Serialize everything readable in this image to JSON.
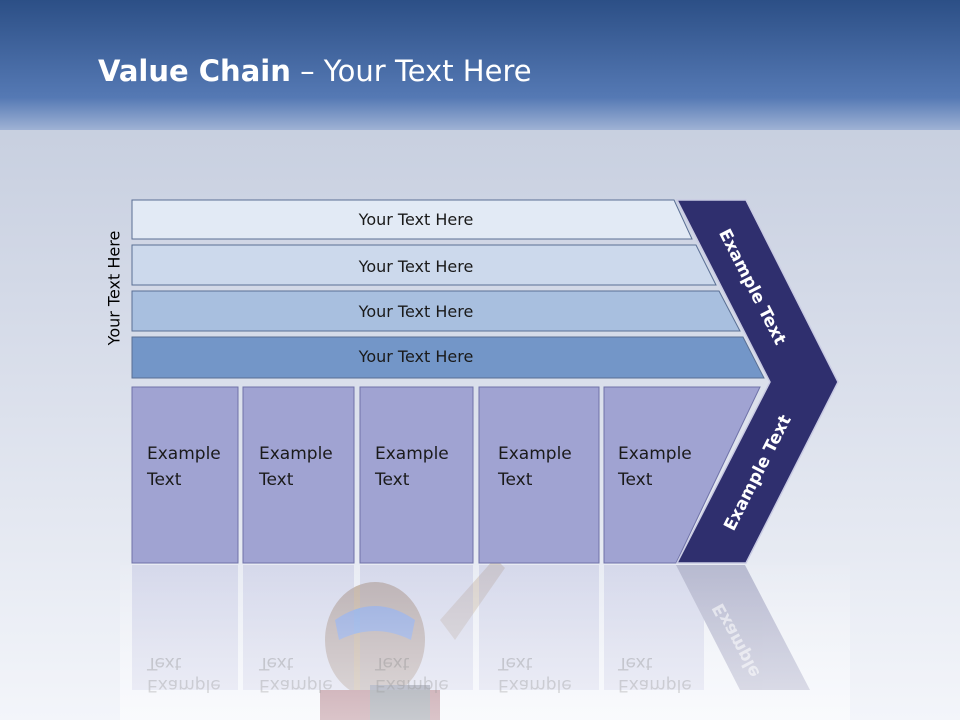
{
  "title": {
    "bold": "Value Chain",
    "rest": " – Your Text Here"
  },
  "side_label": "Your Text Here",
  "support_rows": [
    {
      "label": "Your Text Here"
    },
    {
      "label": "Your Text Here"
    },
    {
      "label": "Your Text Here"
    },
    {
      "label": "Your Text Here"
    }
  ],
  "primary_columns": [
    {
      "line1": "Example",
      "line2": "Text"
    },
    {
      "line1": "Example",
      "line2": "Text"
    },
    {
      "line1": "Example",
      "line2": "Text"
    },
    {
      "line1": "Example",
      "line2": "Text"
    },
    {
      "line1": "Example",
      "line2": "Text"
    }
  ],
  "chevron": {
    "upper_label": "Example Text",
    "lower_label": "Example Text"
  },
  "colors": {
    "header_blue": "#3d64a3",
    "chevron_navy": "#2f2f6e",
    "column_fill": "#a0a3d2",
    "row_fills": [
      "#e2eaf5",
      "#ccd9ec",
      "#a8bfdf",
      "#7396c8"
    ]
  }
}
